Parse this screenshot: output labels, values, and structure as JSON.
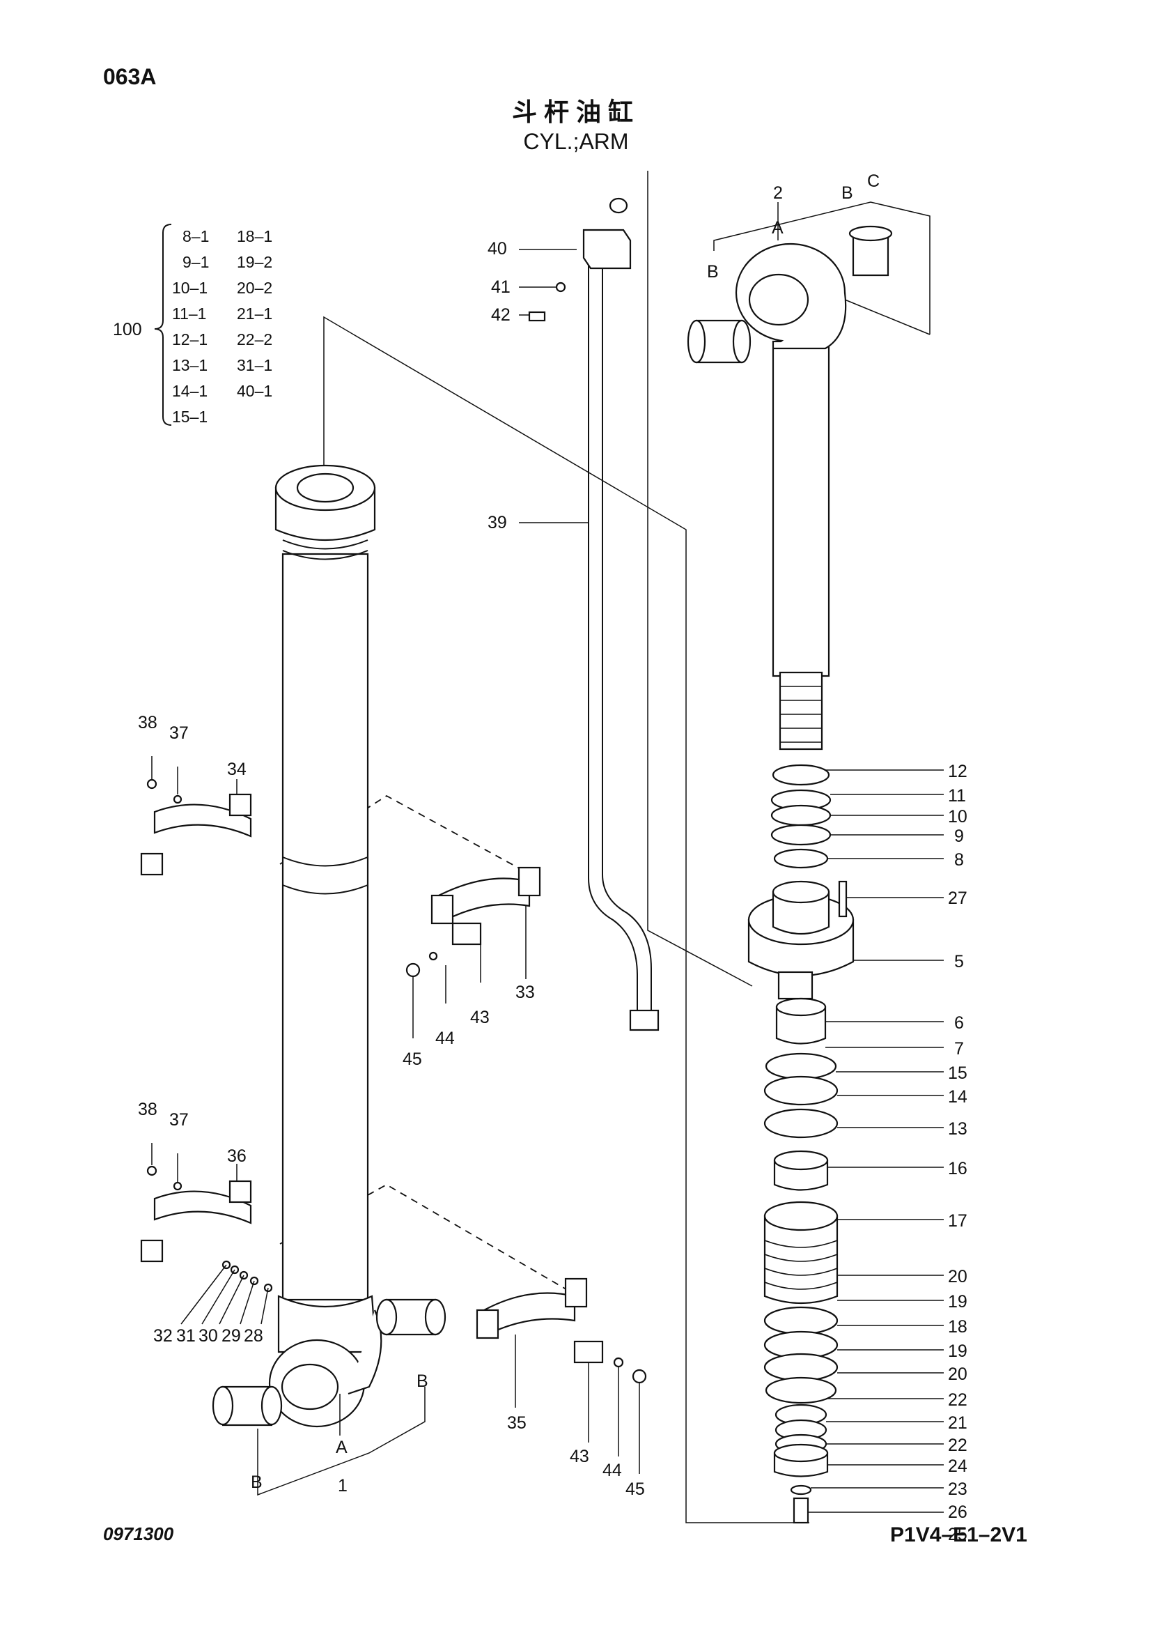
{
  "header": {
    "page_code": "063A",
    "title_cn": "斗杆油缸",
    "title_en": "CYL.;ARM"
  },
  "footer": {
    "left_code": "0971300",
    "right_code": "P1V4–E1–2V1"
  },
  "kit": {
    "number": "100",
    "col1": [
      "8–1",
      "9–1",
      "10–1",
      "11–1",
      "12–1",
      "13–1",
      "14–1",
      "15–1"
    ],
    "col2": [
      "18–1",
      "19–2",
      "20–2",
      "21–1",
      "22–2",
      "31–1",
      "40–1"
    ]
  },
  "labels": {
    "p1": "1",
    "p2": "2",
    "p5": "5",
    "p6": "6",
    "p7": "7",
    "p8": "8",
    "p9": "9",
    "p10": "10",
    "p11": "11",
    "p12": "12",
    "p13": "13",
    "p14": "14",
    "p15": "15",
    "p16": "16",
    "p17": "17",
    "p18": "18",
    "p19a": "19",
    "p19b": "19",
    "p20a": "20",
    "p20b": "20",
    "p21": "21",
    "p22a": "22",
    "p22b": "22",
    "p23": "23",
    "p24": "24",
    "p25": "25",
    "p26": "26",
    "p27": "27",
    "p28": "28",
    "p29": "29",
    "p30": "30",
    "p31": "31",
    "p32": "32",
    "p33": "33",
    "p34": "34",
    "p35": "35",
    "p36": "36",
    "p37a": "37",
    "p37b": "37",
    "p38a": "38",
    "p38b": "38",
    "p39": "39",
    "p40": "40",
    "p41": "41",
    "p42": "42",
    "p43a": "43",
    "p43b": "43",
    "p44a": "44",
    "p44b": "44",
    "p45a": "45",
    "p45b": "45",
    "ref_a_top": "A",
    "ref_b_top_left": "B",
    "ref_b_top_right": "B",
    "ref_c_top": "C",
    "ref_a_bottom": "A",
    "ref_b_bottom_right": "B",
    "ref_b_bottom_left": "B"
  }
}
